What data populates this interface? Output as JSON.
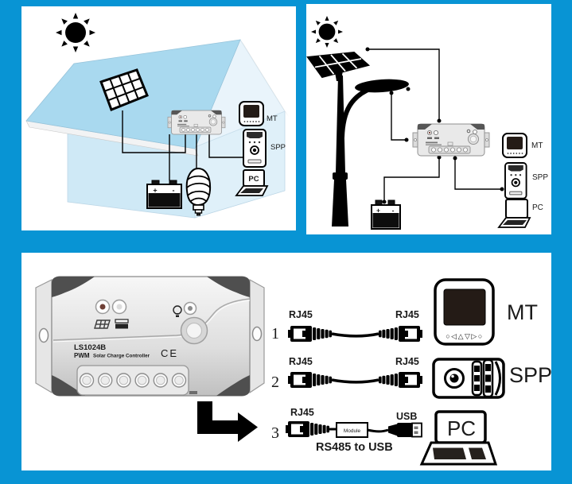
{
  "colors": {
    "background": "#0894d4",
    "panel": "#ffffff",
    "roof": "#a9d9ef",
    "wall_front": "#cfe9f6",
    "wall_side": "#dff0f9",
    "gable": "#e9f4fb",
    "line": "#000000",
    "controller_body": "#e9e9e9",
    "dark_band": "#4f4f4f"
  },
  "battery": {
    "plus": "+",
    "minus": "-"
  },
  "scene_house": {
    "mt_label": "MT",
    "spp_label": "SPP",
    "pc_screen_label": "PC"
  },
  "scene_streetlight": {
    "mt_label": "MT",
    "spp_label": "SPP",
    "pc_label": "PC"
  },
  "connection_panel": {
    "controller": {
      "model": "LS1024B",
      "series_bold": "PWM",
      "series_rest": "Solar Charge Controller",
      "ce": "CE"
    },
    "mt_buttons": "○◁△▽▷○",
    "mt_label": "MT",
    "spp_label": "SPP",
    "pc_screen_label": "PC",
    "rows": [
      {
        "num": "1",
        "left": "RJ45",
        "right": "RJ45"
      },
      {
        "num": "2",
        "left": "RJ45",
        "right": "RJ45"
      },
      {
        "num": "3",
        "left": "RJ45",
        "right": "USB",
        "module": "Module",
        "caption": "RS485 to USB"
      }
    ]
  }
}
